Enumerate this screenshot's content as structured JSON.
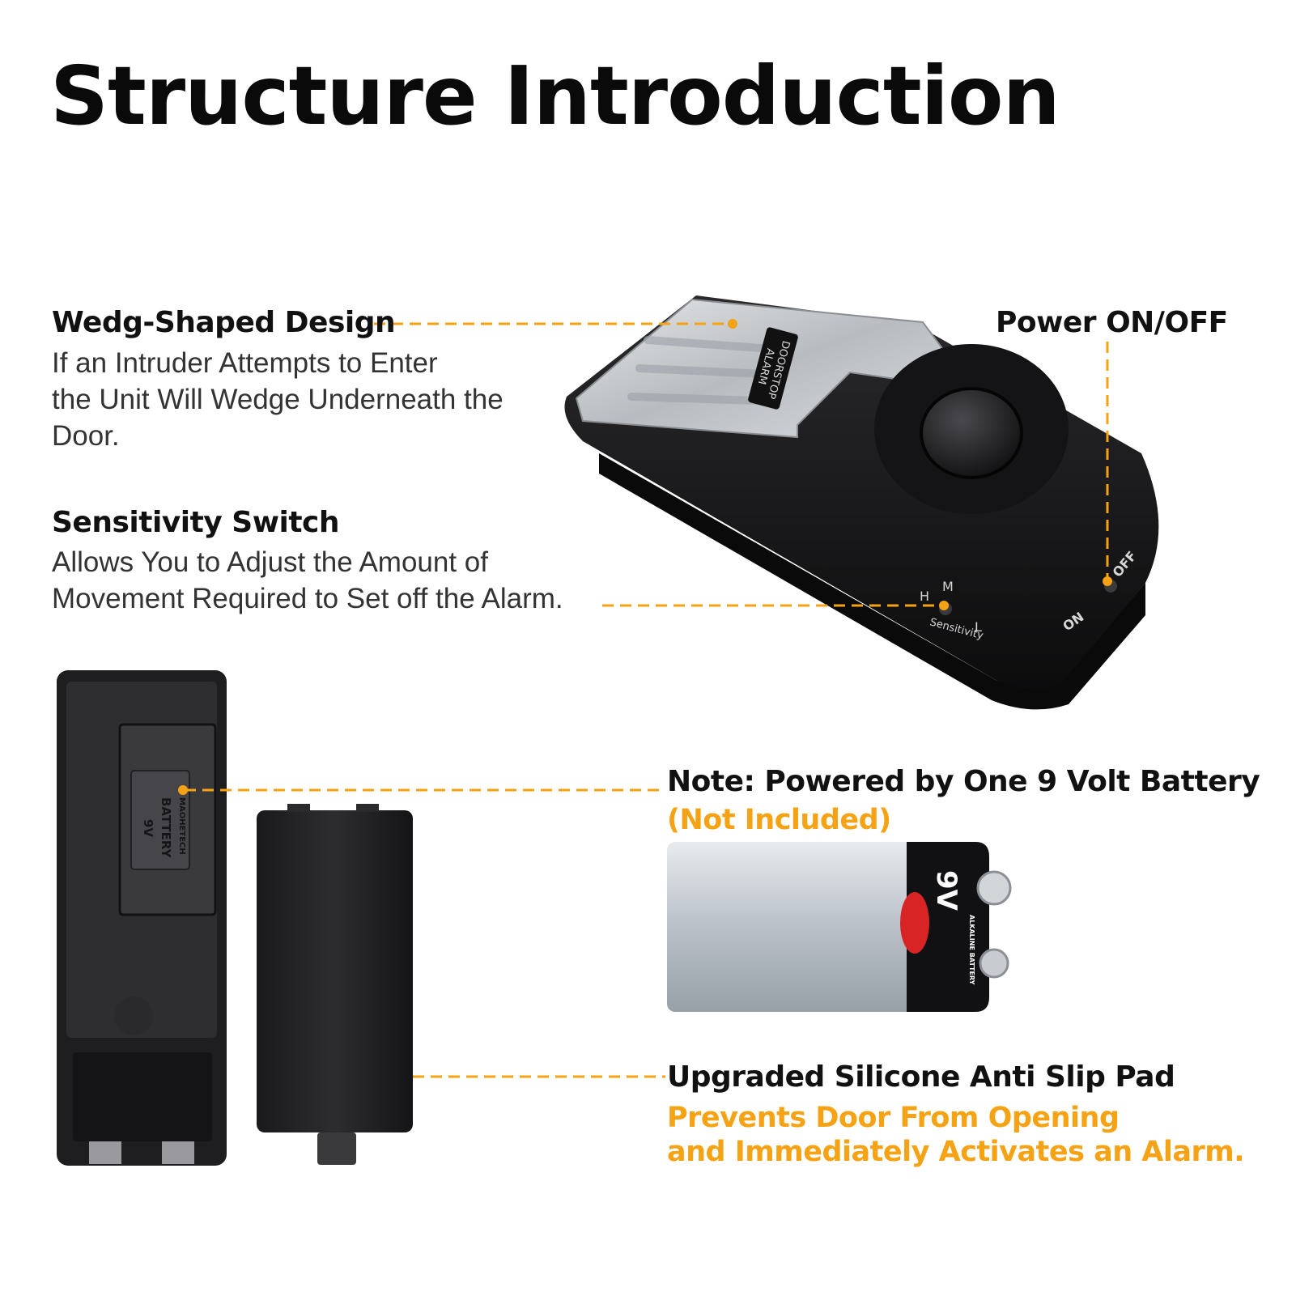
{
  "title": "Structure Introduction",
  "callouts": {
    "wedge": {
      "heading": "Wedg-Shaped Design",
      "description": [
        "If an Intruder Attempts to Enter",
        "the Unit Will Wedge Underneath the",
        "Door."
      ]
    },
    "sensitivity": {
      "heading": "Sensitivity Switch",
      "description": [
        "Allows You to Adjust the Amount of",
        "Movement Required to Set off the Alarm."
      ]
    },
    "power": {
      "heading": "Power ON/OFF"
    },
    "battery": {
      "heading": "Note: Powered by One 9 Volt Battery",
      "subheading": "(Not Included)"
    },
    "pad": {
      "heading": "Upgraded Silicone Anti Slip Pad",
      "subheading": [
        "Prevents Door From Opening",
        "and Immediately Activates an Alarm."
      ]
    }
  },
  "device_labels": {
    "plate": [
      "DOORSTOP",
      "ALARM"
    ],
    "switch_positions": [
      "H",
      "M",
      "L"
    ],
    "switch_name": "Sensitivity",
    "power_on": "ON",
    "power_off": "OFF",
    "compartment": [
      "9V",
      "BATTERY",
      "MAOHETECH"
    ],
    "battery_label": "9V",
    "battery_small_text": "ALKALINE BATTERY"
  },
  "colors": {
    "accent": "#f5a214",
    "title": "#0a0a0a",
    "device_body": "#1c1c1e",
    "steel": "#c9ccd0"
  }
}
